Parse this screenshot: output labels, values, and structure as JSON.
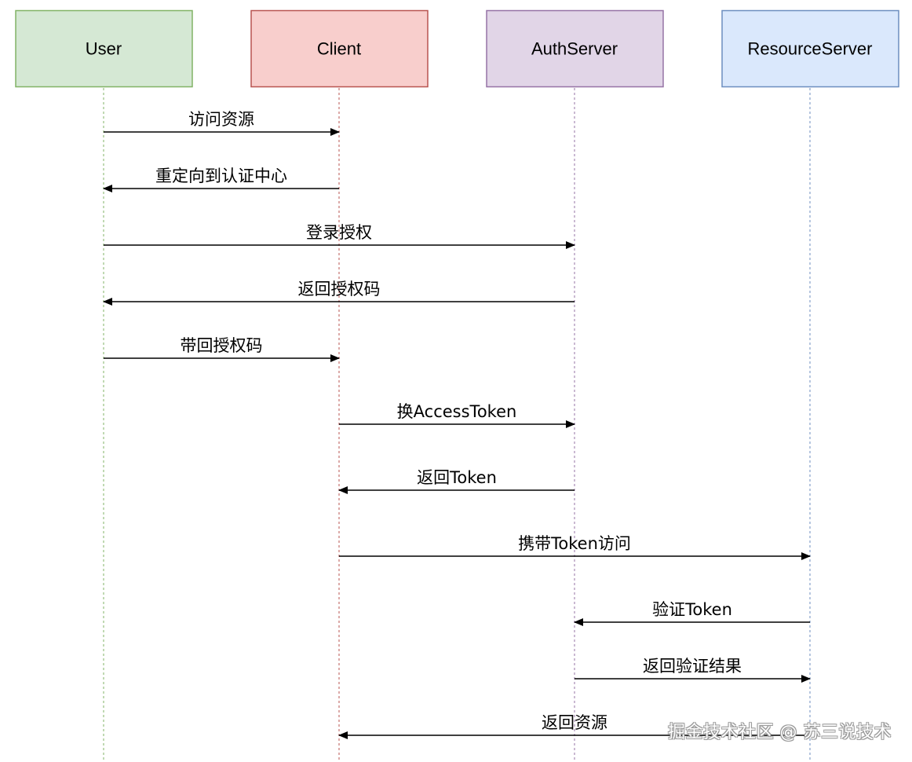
{
  "participants": [
    {
      "name": "User",
      "fill": "#d5e8d4",
      "stroke": "#82b366"
    },
    {
      "name": "Client",
      "fill": "#f8cecc",
      "stroke": "#b85450"
    },
    {
      "name": "AuthServer",
      "fill": "#e1d5e7",
      "stroke": "#9673a6"
    },
    {
      "name": "ResourceServer",
      "fill": "#dae8fc",
      "stroke": "#6c8ebf"
    }
  ],
  "messages": [
    {
      "label": "访问资源",
      "from": 0,
      "to": 1
    },
    {
      "label": "重定向到认证中心",
      "from": 1,
      "to": 0
    },
    {
      "label": "登录授权",
      "from": 0,
      "to": 2
    },
    {
      "label": "返回授权码",
      "from": 2,
      "to": 0
    },
    {
      "label": "带回授权码",
      "from": 0,
      "to": 1
    },
    {
      "label": "换AccessToken",
      "from": 1,
      "to": 2
    },
    {
      "label": "返回Token",
      "from": 2,
      "to": 1
    },
    {
      "label": "携带Token访问",
      "from": 1,
      "to": 3
    },
    {
      "label": "验证Token",
      "from": 3,
      "to": 2
    },
    {
      "label": "返回验证结果",
      "from": 2,
      "to": 3
    },
    {
      "label": "返回资源",
      "from": 3,
      "to": 1
    }
  ],
  "watermark": "掘金技术社区 @ 苏三说技术"
}
